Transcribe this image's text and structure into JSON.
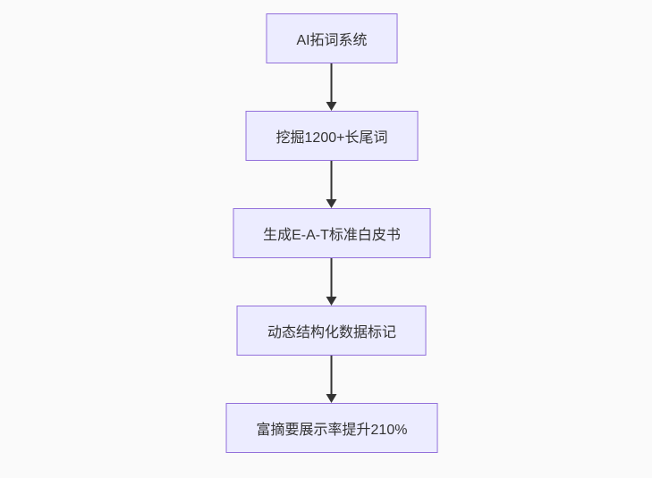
{
  "page": {
    "background_color": "#fafafa"
  },
  "chart_data": {
    "type": "flowchart",
    "direction": "top-down",
    "node_fill_color": "#ECECFF",
    "node_border_color": "#9370DB",
    "text_color": "#333333",
    "arrow_color": "#333333",
    "nodes": [
      {
        "id": "n1",
        "label": "AI拓词系统"
      },
      {
        "id": "n2",
        "label": "挖掘1200+长尾词"
      },
      {
        "id": "n3",
        "label": "生成E-A-T标准白皮书"
      },
      {
        "id": "n4",
        "label": "动态结构化数据标记"
      },
      {
        "id": "n5",
        "label": "富摘要展示率提升210%"
      }
    ],
    "edges": [
      {
        "from": "n1",
        "to": "n2"
      },
      {
        "from": "n2",
        "to": "n3"
      },
      {
        "from": "n3",
        "to": "n4"
      },
      {
        "from": "n4",
        "to": "n5"
      }
    ]
  },
  "flowchart": {
    "nodes": [
      {
        "label": "AI拓词系统"
      },
      {
        "label": "挖掘1200+长尾词"
      },
      {
        "label": "生成E-A-T标准白皮书"
      },
      {
        "label": "动态结构化数据标记"
      },
      {
        "label": "富摘要展示率提升210%"
      }
    ]
  }
}
